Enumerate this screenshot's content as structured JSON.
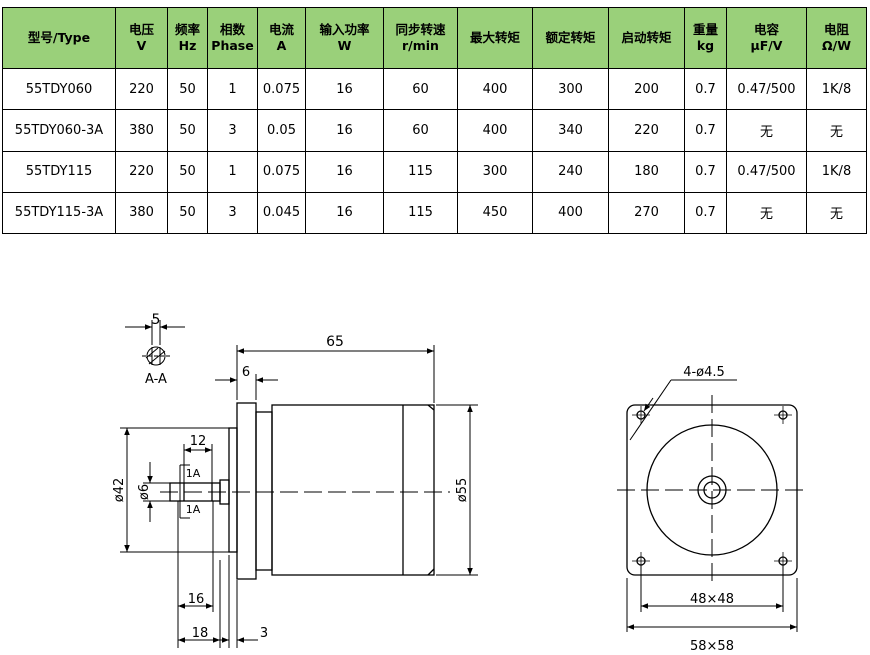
{
  "table": {
    "headers": [
      [
        "型号/Type"
      ],
      [
        "电压",
        "V"
      ],
      [
        "频率",
        "Hz"
      ],
      [
        "相数",
        "Phase"
      ],
      [
        "电流",
        "A"
      ],
      [
        "输入功率",
        "W"
      ],
      [
        "同步转速",
        "r/min"
      ],
      [
        "最大转矩"
      ],
      [
        "额定转矩"
      ],
      [
        "启动转矩"
      ],
      [
        "重量",
        "kg"
      ],
      [
        "电容",
        "μF/V"
      ],
      [
        "电阻",
        "Ω/W"
      ]
    ],
    "rows": [
      [
        "55TDY060",
        "220",
        "50",
        "1",
        "0.075",
        "16",
        "60",
        "400",
        "300",
        "200",
        "0.7",
        "0.47/500",
        "1K/8"
      ],
      [
        "55TDY060-3A",
        "380",
        "50",
        "3",
        "0.05",
        "16",
        "60",
        "400",
        "340",
        "220",
        "0.7",
        "无",
        "无"
      ],
      [
        "55TDY115",
        "220",
        "50",
        "1",
        "0.075",
        "16",
        "115",
        "300",
        "240",
        "180",
        "0.7",
        "0.47/500",
        "1K/8"
      ],
      [
        "55TDY115-3A",
        "380",
        "50",
        "3",
        "0.045",
        "16",
        "115",
        "450",
        "400",
        "270",
        "0.7",
        "无",
        "无"
      ]
    ],
    "header_color": "#9ad07a"
  },
  "drawings": {
    "section": {
      "dim_key": "5",
      "label": "A-A"
    },
    "side_view": {
      "length": "65",
      "flange": "6",
      "key_length": "12",
      "key_mark": "1A",
      "shaft_dia": "ø6",
      "pilot_dia": "ø42",
      "body_dia": "ø55",
      "shaft_16": "16",
      "shaft_18": "18",
      "pilot_3": "3"
    },
    "front_view": {
      "holes": "4-ø4.5",
      "hole_pitch": "48×48",
      "flange_size": "58×58"
    }
  }
}
